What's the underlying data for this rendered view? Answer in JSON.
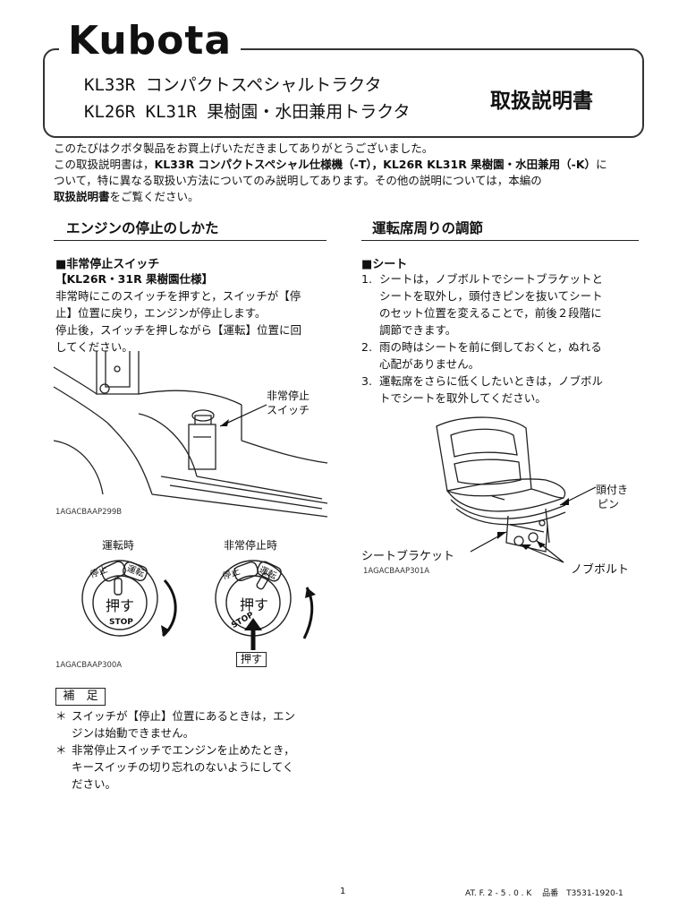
{
  "header": {
    "brand": "Kubota",
    "model_line_1": "KL33R コンパクトスペシャルトラクタ",
    "model_line_2": "KL26R KL31R 果樹園・水田兼用トラクタ",
    "manual_title": "取扱説明書"
  },
  "intro": {
    "line1": "このたびはクボタ製品をお買上げいただきましてありがとうございました。",
    "line2_a": "この取扱説明書は，",
    "line2_b": "KL33R コンパクトスペシャル仕様機（-T），KL26R KL31R 果樹園・水田兼用（-K）",
    "line2_c": "に",
    "line3": "ついて，特に異なる取扱い方法についてのみ説明してあります。その他の説明については，本編の",
    "line4_a": "取扱説明書",
    "line4_b": "をご覧ください。"
  },
  "left": {
    "section_title": "エンジンの停止のしかた",
    "sub_head": "■非常停止スイッチ",
    "spec_tag": "【KL26R・31R 果樹園仕様】",
    "para_lines": [
      "非常時にこのスイッチを押すと，スイッチが【停",
      "止】位置に戻り，エンジンが停止します。",
      "停止後，スイッチを押しながら【運転】位置に回",
      "してください。"
    ],
    "fig1": {
      "callout_1": "非常停止",
      "callout_2": "スイッチ",
      "code": "1AGACBAAP299B"
    },
    "fig2": {
      "label_run": "運転時",
      "label_emergency": "非常停止時",
      "dial_stop": "停止",
      "dial_run": "運転",
      "dial_push": "押す",
      "dial_stop_en": "STOP",
      "push_label": "押す",
      "code": "1AGACBAAP300A"
    },
    "note_title": "補　足",
    "notes": [
      {
        "star": "＊",
        "lines": [
          "スイッチが【停止】位置にあるときは，エン",
          "ジンは始動できません。"
        ]
      },
      {
        "star": "＊",
        "lines": [
          "非常停止スイッチでエンジンを止めたとき，",
          "キースイッチの切り忘れのないようにしてく",
          "ださい。"
        ]
      }
    ]
  },
  "right": {
    "section_title": "運転席周りの調節",
    "sub_head": "■シート",
    "items": [
      {
        "num": "1.",
        "lines": [
          "シートは，ノブボルトでシートブラケットと",
          "シートを取外し，頭付きピンを抜いてシート",
          "のセット位置を変えることで，前後２段階に",
          "調節できます。"
        ]
      },
      {
        "num": "2.",
        "lines": [
          "雨の時はシートを前に倒しておくと，ぬれる",
          "心配がありません。"
        ]
      },
      {
        "num": "3.",
        "lines": [
          "運転席をさらに低くしたいときは，ノブボル",
          "トでシートを取外してください。"
        ]
      }
    ],
    "fig3": {
      "pin_label_1": "頭付き",
      "pin_label_2": "ピン",
      "bracket_label": "シートブラケット",
      "knob_label": "ノブボルト",
      "code": "1AGACBAAP301A"
    }
  },
  "footer": {
    "page": "1",
    "code": "AT. F. 2 - 5 . 0 . K　 品番　T3531-1920-1"
  }
}
